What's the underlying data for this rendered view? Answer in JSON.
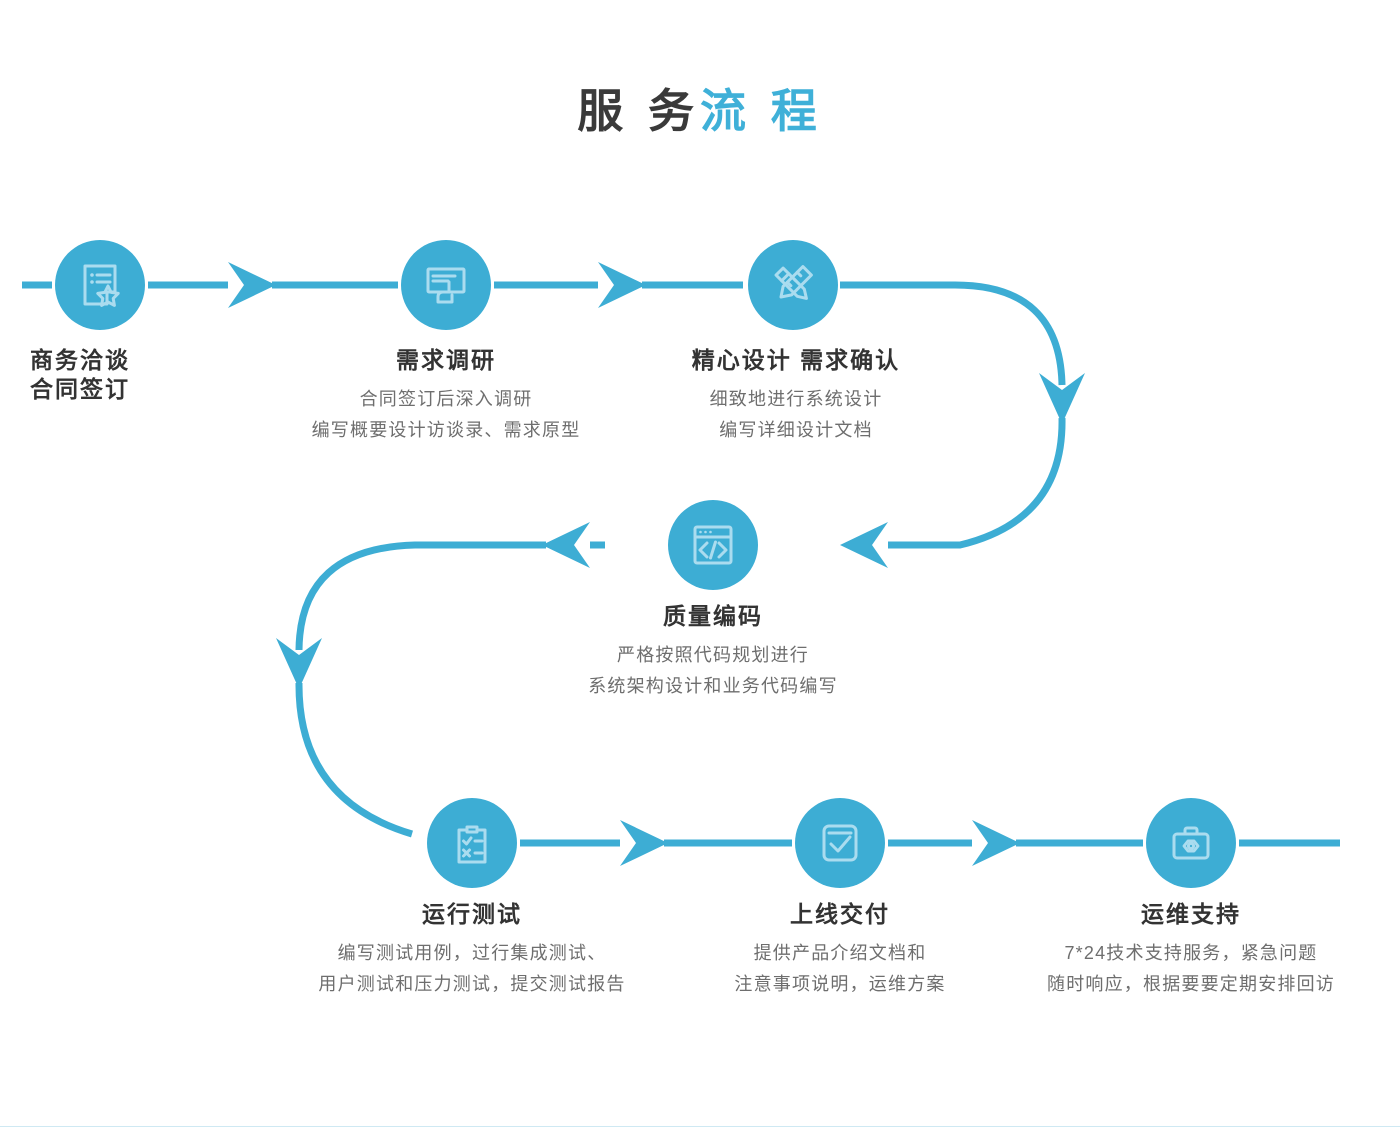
{
  "page": {
    "title_dark": "服 务",
    "title_accent": "流 程",
    "background_color": "#ffffff",
    "accent_color": "#3dadd4",
    "icon_stroke_color": "#aadcef",
    "heading_color": "#333333",
    "subtitle_color": "#6e6e6e",
    "bottom_rule_color": "#cfe9f3"
  },
  "steps": [
    {
      "id": "business-negotiation",
      "icon": "certificate-star-icon",
      "heading_lines": [
        "商务洽谈",
        "合同签订"
      ],
      "subtitle_lines": []
    },
    {
      "id": "requirement-research",
      "icon": "presentation-board-icon",
      "heading_lines": [
        "需求调研"
      ],
      "subtitle_lines": [
        "合同签订后深入调研",
        "编写概要设计访谈录、需求原型"
      ]
    },
    {
      "id": "design-confirmation",
      "icon": "pencil-ruler-icon",
      "heading_lines": [
        "精心设计 需求确认"
      ],
      "subtitle_lines": [
        "细致地进行系统设计",
        "编写详细设计文档"
      ]
    },
    {
      "id": "quality-coding",
      "icon": "code-window-icon",
      "heading_lines": [
        "质量编码"
      ],
      "subtitle_lines": [
        "严格按照代码规划进行",
        "系统架构设计和业务代码编写"
      ]
    },
    {
      "id": "run-testing",
      "icon": "clipboard-checklist-icon",
      "heading_lines": [
        "运行测试"
      ],
      "subtitle_lines": [
        "编写测试用例，过行集成测试、",
        "用户测试和压力测试，提交测试报告"
      ]
    },
    {
      "id": "launch-delivery",
      "icon": "checkbox-check-icon",
      "heading_lines": [
        "上线交付"
      ],
      "subtitle_lines": [
        "提供产品介绍文档和",
        "注意事项说明，运维方案"
      ]
    },
    {
      "id": "ops-support",
      "icon": "toolbox-icon",
      "heading_lines": [
        "运维支持"
      ],
      "subtitle_lines": [
        "7*24技术支持服务，紧急问题",
        "随时响应，根据要要定期安排回访"
      ]
    }
  ]
}
